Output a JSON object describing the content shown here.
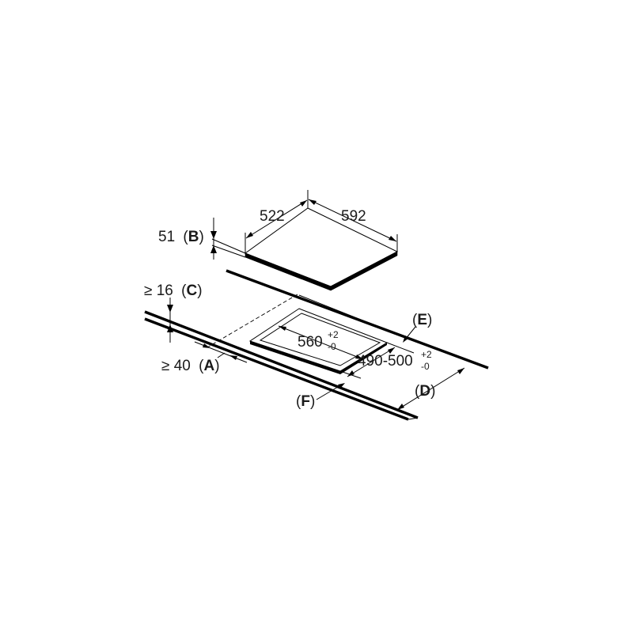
{
  "dimensions": {
    "depth": "522",
    "width": "592",
    "height": "51",
    "cutout_width": "560",
    "cutout_width_tol_plus": "+2",
    "cutout_width_tol_minus": "-0",
    "cutout_depth": "490-500",
    "cutout_depth_tol_plus": "+2",
    "cutout_depth_tol_minus": "-0",
    "min_front_distance": "≥ 40",
    "min_worktop_thickness": "≥ 16"
  },
  "labels": {
    "A": "A",
    "B": "B",
    "C": "C",
    "D": "D",
    "E": "E",
    "F": "F",
    "open_paren": "(",
    "close_paren": ")"
  },
  "colors": {
    "line": "#000000",
    "text": "#1a1a1a",
    "background": "#ffffff"
  }
}
